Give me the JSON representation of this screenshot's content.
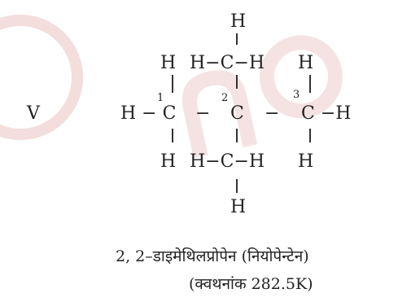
{
  "label": "V",
  "structure": {
    "top_h": "H",
    "row1": {
      "h1": "H",
      "h_c_h": "H−C−H",
      "h3": "H"
    },
    "row2": {
      "left": "H − C",
      "dash1": "−",
      "center": "C",
      "dash2": "−",
      "right": "C −H"
    },
    "row3": {
      "h1": "H",
      "h_c_h": "H−C−H",
      "h3": "H"
    },
    "bottom_h": "H",
    "numbers": {
      "n1": "1",
      "n2": "2",
      "n3": "3"
    }
  },
  "caption": {
    "name": "2, 2–डाइमेथिलप्रोपेन (नियोपेन्टेन)",
    "boiling": "(क्वथनांक 282.5K)"
  },
  "colors": {
    "text": "#222222",
    "watermark": "#f2dede"
  }
}
